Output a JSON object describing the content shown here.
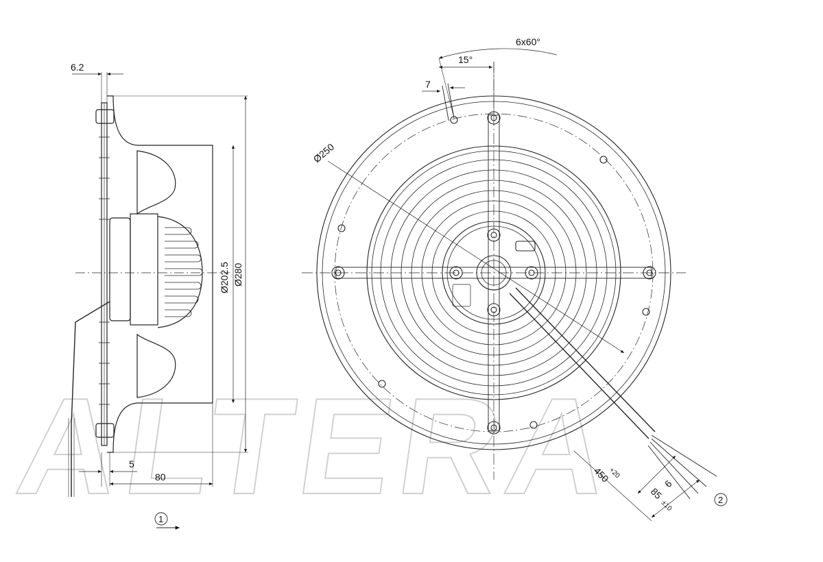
{
  "watermark": {
    "text": "ALTERA"
  },
  "side_view": {
    "dim_flange": "6.2",
    "dim_dia_inner": "Ø202.5",
    "dim_dia_outer": "Ø280",
    "dim_offset": "5",
    "dim_depth": "80",
    "callout_1": "1"
  },
  "front_view": {
    "dim_angle_pattern": "6x60°",
    "dim_angle_offset": "15°",
    "dim_slot": "7",
    "dim_bolt_circle": "Ø250",
    "dim_cable_length": "450",
    "dim_cable_length_tol": "+20",
    "dim_strip_length": "85",
    "dim_strip_length_tol": "±10",
    "dim_wire_strip": "6",
    "callout_2": "2"
  }
}
